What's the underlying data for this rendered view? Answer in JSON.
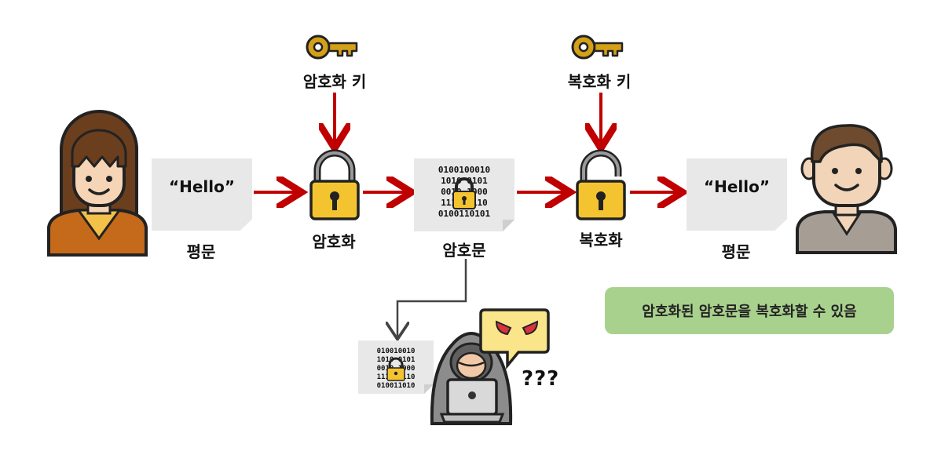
{
  "labels": {
    "encrypt_key": "암호화 키",
    "decrypt_key": "복호화 키",
    "plaintext_left": "평문",
    "encrypt": "암호화",
    "ciphertext": "암호문",
    "decrypt": "복호화",
    "plaintext_right": "평문"
  },
  "documents": {
    "left_text": "“Hello”",
    "right_text": "“Hello”"
  },
  "note": "암호화된 암호문을 복호화할 수 있음",
  "hacker_caption": "???",
  "colors": {
    "arrow_red": "#c00000",
    "arrow_gray": "#444444",
    "lock_yellow": "#f4c430",
    "key_gold": "#d4a017",
    "note_green": "#a9d18e",
    "doc_gray": "#e8e8e8"
  }
}
